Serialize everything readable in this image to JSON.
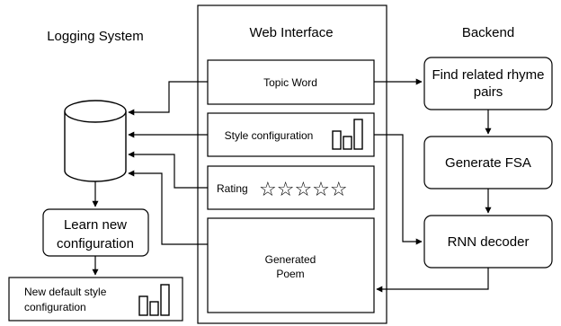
{
  "columns": {
    "logging": "Logging System",
    "web": "Web Interface",
    "backend": "Backend"
  },
  "web_interface": {
    "topic_word": "Topic Word",
    "style_configuration": "Style configuration",
    "rating": "Rating",
    "rating_stars": "☆☆☆☆☆",
    "generated_poem_line1": "Generated",
    "generated_poem_line2": "Poem"
  },
  "backend": {
    "find_rhyme_line1": "Find related rhyme",
    "find_rhyme_line2": "pairs",
    "generate_fsa": "Generate FSA",
    "rnn_decoder": "RNN decoder"
  },
  "logging_system": {
    "learn_line1": "Learn new",
    "learn_line2": "configuration",
    "new_default_line1": "New default style",
    "new_default_line2": "configuration"
  },
  "icons": [
    "database-icon",
    "bar-chart-icon",
    "star-rating-icon"
  ]
}
